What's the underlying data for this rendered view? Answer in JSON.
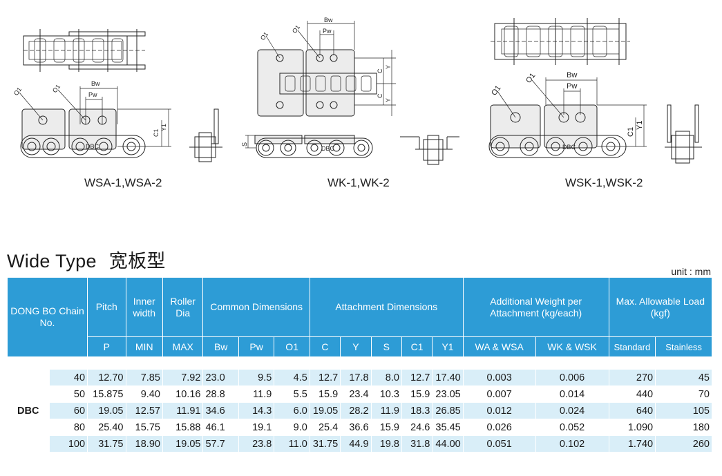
{
  "drawings": [
    {
      "caption": "WSA-1,WSA-2",
      "labels": {
        "bw": "Bw",
        "pw": "Pw",
        "o1a": "O1",
        "o1b": "O1",
        "c1": "C1",
        "y1": "Y1",
        "dbc": "DBC"
      }
    },
    {
      "caption": "WK-1,WK-2",
      "labels": {
        "bw": "Bw",
        "pw": "Pw",
        "o1a": "O1",
        "o1b": "O1",
        "c1": "C",
        "c2": "C",
        "y1": "Y",
        "y2": "Y",
        "s": "S",
        "dbc": "DBC"
      }
    },
    {
      "caption": "WSK-1,WSK-2",
      "labels": {
        "bw": "Bw",
        "pw": "Pw",
        "o1a": "O1",
        "o1b": "O1",
        "c1": "C1",
        "y1": "Y1",
        "dbc": "DBC"
      }
    }
  ],
  "section": {
    "title": "Wide Type",
    "title_cn": "宽板型",
    "unit": "unit : mm"
  },
  "table": {
    "headers": {
      "chain_no": "DONG BO Chain No.",
      "pitch": "Pitch",
      "inner_width": "Inner width",
      "roller_dia": "Roller Dia",
      "common": "Common Dimensions",
      "attachment": "Attachment Dimensions",
      "weight": "Additional Weight per Attachment (kg/each)",
      "load": "Max. Allowable Load (kgf)"
    },
    "subheaders": [
      "P",
      "MIN",
      "MAX",
      "Bw",
      "Pw",
      "O1",
      "C",
      "Y",
      "S",
      "C1",
      "Y1",
      "WA & WSA",
      "WK & WSK",
      "Standard",
      "Stainless"
    ],
    "group_label": "DBC",
    "rows": [
      {
        "size": "40",
        "p": "12.70",
        "min": "7.85",
        "max": "7.92",
        "bw": "23.0",
        "pw": "9.5",
        "o1": "4.5",
        "c": "12.7",
        "y": "17.8",
        "s": "8.0",
        "c1": "12.7",
        "y1": "17.40",
        "wa": "0.003",
        "wk": "0.006",
        "std": "270",
        "sst": "45"
      },
      {
        "size": "50",
        "p": "15.875",
        "min": "9.40",
        "max": "10.16",
        "bw": "28.8",
        "pw": "11.9",
        "o1": "5.5",
        "c": "15.9",
        "y": "23.4",
        "s": "10.3",
        "c1": "15.9",
        "y1": "23.05",
        "wa": "0.007",
        "wk": "0.014",
        "std": "440",
        "sst": "70"
      },
      {
        "size": "60",
        "p": "19.05",
        "min": "12.57",
        "max": "11.91",
        "bw": "34.6",
        "pw": "14.3",
        "o1": "6.0",
        "c": "19.05",
        "y": "28.2",
        "s": "11.9",
        "c1": "18.3",
        "y1": "26.85",
        "wa": "0.012",
        "wk": "0.024",
        "std": "640",
        "sst": "105"
      },
      {
        "size": "80",
        "p": "25.40",
        "min": "15.75",
        "max": "15.88",
        "bw": "46.1",
        "pw": "19.1",
        "o1": "9.0",
        "c": "25.4",
        "y": "36.6",
        "s": "15.9",
        "c1": "24.6",
        "y1": "35.45",
        "wa": "0.026",
        "wk": "0.052",
        "std": "1.090",
        "sst": "180"
      },
      {
        "size": "100",
        "p": "31.75",
        "min": "18.90",
        "max": "19.05",
        "bw": "57.7",
        "pw": "23.8",
        "o1": "11.0",
        "c": "31.75",
        "y": "44.9",
        "s": "19.8",
        "c1": "31.8",
        "y1": "44.00",
        "wa": "0.051",
        "wk": "0.102",
        "std": "1.740",
        "sst": "260"
      }
    ]
  }
}
